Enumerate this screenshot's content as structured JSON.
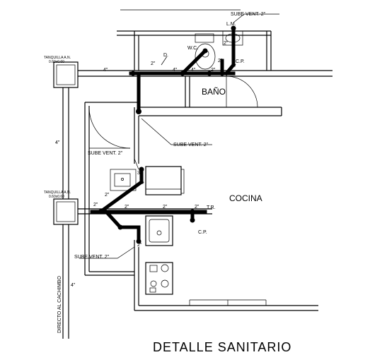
{
  "drawing": {
    "title": "DETALLE SANITARIO",
    "rooms": {
      "bano": "BAÑO",
      "cocina": "COCINA"
    },
    "tanks": [
      {
        "name": "TANQUILLA A.N.",
        "size": "0.60x0.60"
      },
      {
        "name": "TANQUILLA A.N.",
        "size": "0.60x0.60"
      }
    ],
    "vents": {
      "top": "SUBE VENT. 2\"",
      "mid": "SUBE VENT. 2\"",
      "kitchen_upper": "SUBE VENT. 2\"",
      "kitchen_lower": "SUBE VENT. 2\""
    },
    "fixtures": {
      "lavamanos": "L.M.",
      "wc": "W.C.",
      "drain": "D.",
      "cp_bano": "C.P.",
      "tr": "T.R.",
      "cp_cocina": "C.P."
    },
    "pipe_sizes": {
      "main_top": "4\"",
      "bath_a": "2\"",
      "bath_b": "4\"",
      "bath_c": "4\"",
      "bath_d": "2\"",
      "bath_e": "2\"",
      "lm": "2\"",
      "vertical": "4\"",
      "k_3": "3\"",
      "k_a": "2\"",
      "k_b": "2\"",
      "k_c": "2\"",
      "k_d": "2\"",
      "k_e": "2\"",
      "chimney": "4\""
    },
    "direct": "DIRECTO AL CACHIMBO"
  }
}
